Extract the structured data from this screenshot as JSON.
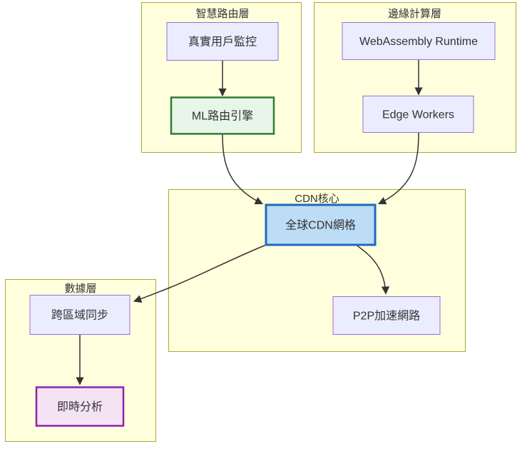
{
  "clusters": {
    "smart_routing": {
      "label": "智慧路由層"
    },
    "edge_computing": {
      "label": "邊緣計算層"
    },
    "cdn_core": {
      "label": "CDN核心"
    },
    "data_layer": {
      "label": "數據層"
    }
  },
  "nodes": {
    "rum": {
      "label": "真實用戶監控"
    },
    "ml_engine": {
      "label": "ML路由引擎"
    },
    "wasm_runtime": {
      "label": "WebAssembly Runtime"
    },
    "edge_workers": {
      "label": "Edge Workers"
    },
    "cdn_mesh": {
      "label": "全球CDN網格"
    },
    "p2p": {
      "label": "P2P加速網路"
    },
    "region_sync": {
      "label": "跨區域同步"
    },
    "realtime_analytics": {
      "label": "即時分析"
    }
  },
  "edges": [
    {
      "from": "真實用戶監控",
      "to": "ML路由引擎"
    },
    {
      "from": "WebAssembly Runtime",
      "to": "Edge Workers"
    },
    {
      "from": "ML路由引擎",
      "to": "全球CDN網格"
    },
    {
      "from": "Edge Workers",
      "to": "全球CDN網格"
    },
    {
      "from": "全球CDN網格",
      "to": "P2P加速網路"
    },
    {
      "from": "全球CDN網格",
      "to": "跨區域同步"
    },
    {
      "from": "跨區域同步",
      "to": "即時分析"
    }
  ],
  "colors": {
    "cluster_fill": "#ffffde",
    "cluster_border": "#aaaa33",
    "node_fill": "#ececff",
    "node_border": "#9370db",
    "ml_fill": "#e8f5e9",
    "ml_border": "#2e7d32",
    "cdn_fill": "#bddcf5",
    "cdn_border": "#1a6bbf",
    "analytics_fill": "#f3e3f5",
    "analytics_border": "#8e24aa",
    "edge_color": "#333333",
    "text_color": "#333333"
  }
}
